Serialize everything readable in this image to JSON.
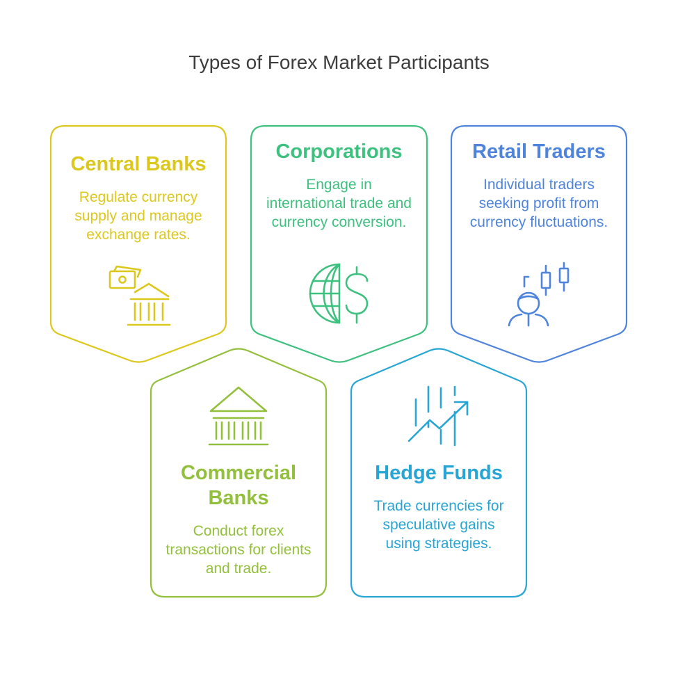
{
  "title": "Types of Forex Market Participants",
  "colors": {
    "central_banks": "#dcc81c",
    "corporations": "#3ec17f",
    "retail_traders": "#4f84dc",
    "commercial_banks": "#93c03c",
    "hedge_funds": "#27a5d4"
  },
  "cards": [
    {
      "id": "central-banks",
      "title": "Central Banks",
      "description": "Regulate currency supply and manage exchange rates.",
      "icon": "money-bank-icon"
    },
    {
      "id": "corporations",
      "title": "Corporations",
      "description": "Engage in international trade and currency conversion.",
      "icon": "globe-dollar-icon"
    },
    {
      "id": "retail-traders",
      "title": "Retail Traders",
      "description": "Individual traders seeking profit from currency fluctuations.",
      "icon": "trader-candlestick-icon"
    },
    {
      "id": "commercial-banks",
      "title": "Commercial Banks",
      "description": "Conduct forex transactions for clients and trade.",
      "icon": "bank-building-icon"
    },
    {
      "id": "hedge-funds",
      "title": "Hedge Funds",
      "description": "Trade currencies for speculative gains using strategies.",
      "icon": "trend-up-chart-icon"
    }
  ]
}
